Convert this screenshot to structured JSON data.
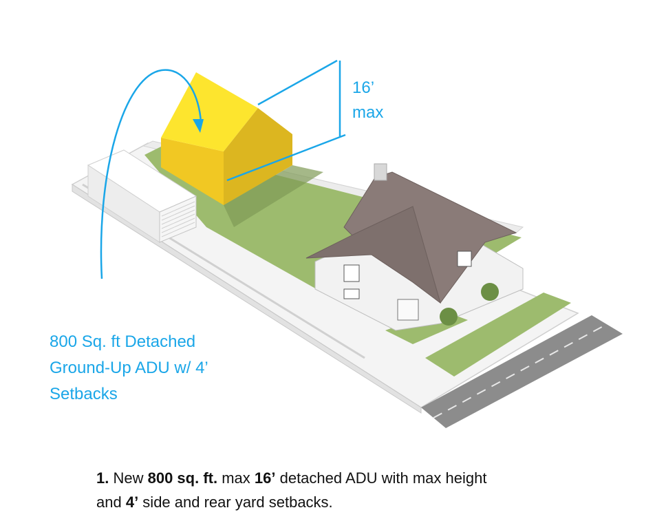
{
  "callout": {
    "lines": [
      "800 Sq. ft Detached",
      "Ground-Up ADU w/ 4’",
      "Setbacks"
    ]
  },
  "height_label": {
    "value": "16’",
    "unit": "max"
  },
  "caption": {
    "number": "1.",
    "t1": " New ",
    "b1": "800 sq. ft.",
    "t2": " max ",
    "b2": "16’",
    "t3": " detached ADU with max height",
    "t4": "and ",
    "b3": "4’",
    "t5": " side and rear yard setbacks."
  },
  "colors": {
    "accent": "#1aa6e8",
    "adu": "#f5d21c",
    "lawn": "#9dbb6e",
    "road": "#8c8c8c",
    "roof": "#8a7b78"
  }
}
